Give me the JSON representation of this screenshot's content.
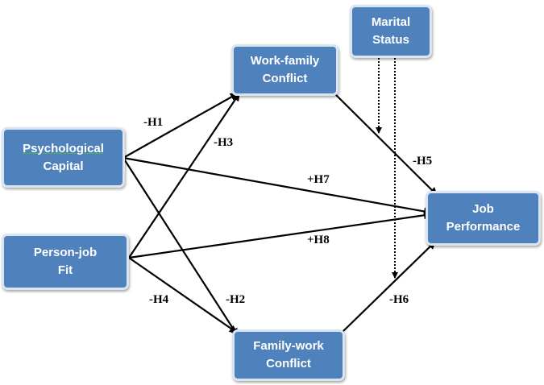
{
  "nodes": {
    "marital_status": {
      "line1": "Marital",
      "line2": "Status"
    },
    "work_family_conflict": {
      "line1": "Work-family",
      "line2": "Conflict"
    },
    "psychological_capital": {
      "line1": "Psychological",
      "line2": "Capital"
    },
    "person_job_fit": {
      "line1": "Person-job",
      "line2": "Fit"
    },
    "job_performance": {
      "line1": "Job",
      "line2": "Performance"
    },
    "family_work_conflict": {
      "line1": "Family-work",
      "line2": "Conflict"
    }
  },
  "hypotheses": {
    "h1": "-H1",
    "h2": "-H2",
    "h3": "-H3",
    "h4": "-H4",
    "h5": "-H5",
    "h6": "-H6",
    "h7": "+H7",
    "h8": "+H8"
  },
  "colors": {
    "box_fill": "#4f81bd",
    "box_border": "#dbe5f1",
    "arrow": "#000000"
  }
}
